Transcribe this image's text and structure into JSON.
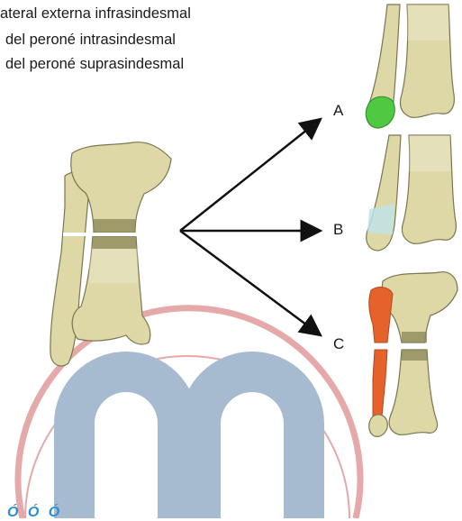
{
  "legend": {
    "line1": "ateral externa infrasindesmal",
    "line2": "del peroné intrasindesmal",
    "line3": "del peroné suprasindesmal"
  },
  "panels": [
    {
      "label": "A",
      "highlight_color": "#4fc842"
    },
    {
      "label": "B",
      "highlight_color": "#bfe3e6"
    },
    {
      "label": "C",
      "highlight_color": "#e5622a"
    }
  ],
  "footer": {
    "text": "Ó Ó Ó"
  },
  "colors": {
    "bone_fill": "#ddd8a6",
    "bone_stroke": "#7a7650",
    "watermark_blue": "#9db4cc",
    "watermark_red": "#e3a0a0"
  }
}
